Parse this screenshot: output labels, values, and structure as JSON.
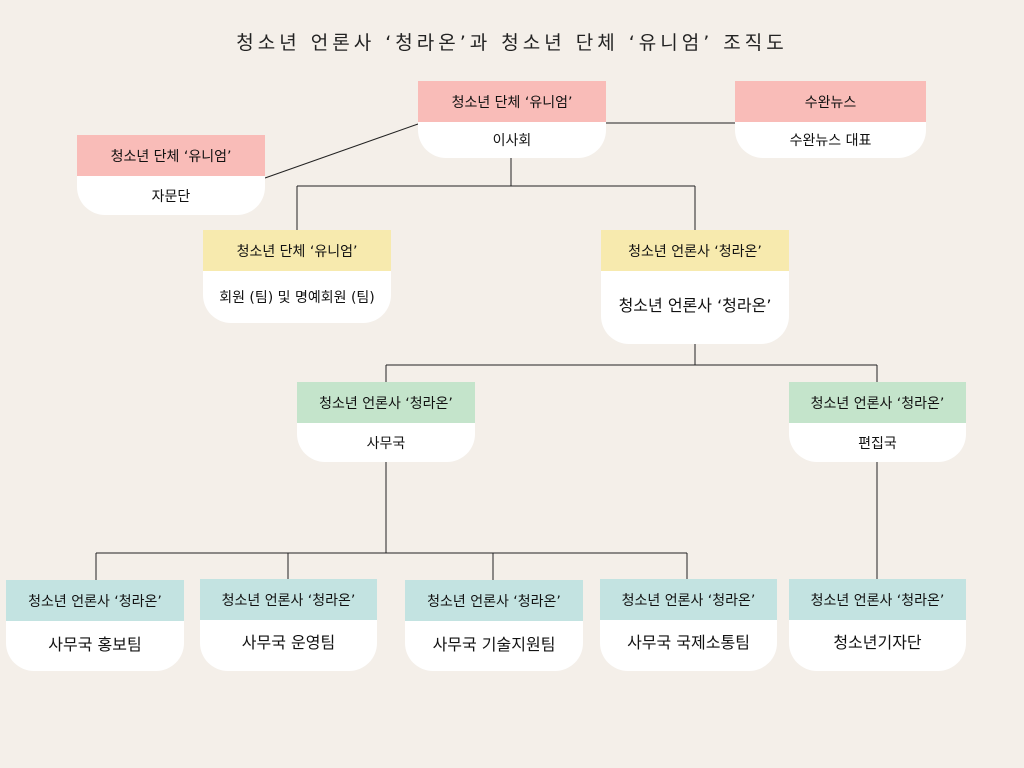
{
  "title": "청소년 언론사 ‘청라온’과 청소년 단체 ‘유니엄’ 조직도",
  "colors": {
    "background": "#f4efe9",
    "pink": "#f9bcb8",
    "yellow": "#f7eaae",
    "green": "#c4e4cb",
    "teal": "#c3e3e1"
  },
  "nodes": {
    "board": {
      "header": "청소년 단체 ‘유니엄’",
      "body": "이사회"
    },
    "suwan": {
      "header": "수완뉴스",
      "body": "수완뉴스 대표"
    },
    "advisory": {
      "header": "청소년 단체 ‘유니엄’",
      "body": "자문단"
    },
    "members": {
      "header": "청소년 단체 ‘유니엄’",
      "body": "회원 (팀) 및 명예회원 (팀)"
    },
    "press": {
      "header": "청소년 언론사 ‘청라온’",
      "body": "청소년 언론사 ‘청라온’"
    },
    "secretariat": {
      "header": "청소년 언론사 ‘청라온’",
      "body": "사무국"
    },
    "editorial": {
      "header": "청소년 언론사 ‘청라온’",
      "body": "편집국"
    },
    "pr_team": {
      "header": "청소년 언론사 ‘청라온’",
      "body": "사무국 홍보팀"
    },
    "ops_team": {
      "header": "청소년 언론사 ‘청라온’",
      "body": "사무국 운영팀"
    },
    "tech_team": {
      "header": "청소년 언론사 ‘청라온’",
      "body": "사무국 기술지원팀"
    },
    "intl_team": {
      "header": "청소년 언론사 ‘청라온’",
      "body": "사무국 국제소통팀"
    },
    "reporters": {
      "header": "청소년 언론사 ‘청라온’",
      "body": "청소년기자단"
    }
  }
}
